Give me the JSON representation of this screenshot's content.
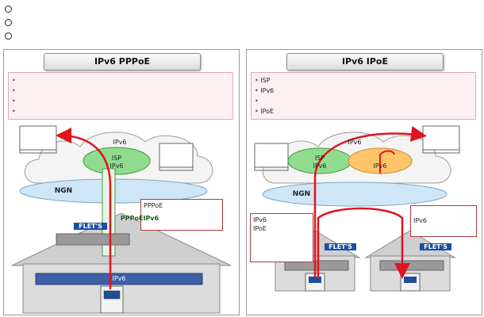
{
  "header": {
    "lines": [
      "",
      "",
      ""
    ]
  },
  "left_panel": {
    "title_prefix": "",
    "title_label": "IPv6 PPPoE",
    "title_suffix": "",
    "notes": [
      "",
      "",
      "",
      "",
      ""
    ],
    "cloud_internet_label": "",
    "cloud_internet_protocol": "IPv6",
    "home_page_label": "",
    "mail_server_label": "",
    "isp_network_label": "ISP",
    "isp_network_protocol": "IPv6",
    "ngn_label": "NGN",
    "callout_lines": [
      "PPPoE",
      "",
      ""
    ],
    "pppoe_label": "PPPoE",
    "pppoe_protocol": "IPv6",
    "flets_label": "FLET'S",
    "termination_device_label": "",
    "tunnel_adapter_label": "IPv6",
    "pc_icon": "pc-icon"
  },
  "right_panel": {
    "title_prefix": "",
    "title_label": "IPv6 IPoE",
    "title_suffix": "",
    "notes": [
      "ISP",
      "IPv6",
      "",
      "IPoE"
    ],
    "cloud_internet_label": "",
    "cloud_internet_protocol": "IPv6",
    "home_page_label": "",
    "mail_server_label": "",
    "isp_network_label": "ISP",
    "isp_network_protocol": "IPv6",
    "access_network_label": "",
    "access_network_protocol": "IPv6",
    "ngn_label": "NGN",
    "callout_right_lines": [
      "",
      "IPv6",
      ""
    ],
    "callout_left_lines": [
      "IPv6",
      "IPoE",
      "",
      "",
      ""
    ],
    "flets_label": "FLET'S",
    "termination_device_label": "",
    "footnote_lines": [
      "",
      ""
    ],
    "pc_icon": "pc-icon"
  },
  "colors": {
    "cloud": "#f4f4f4",
    "ngn": "#cfe6f6",
    "route": "#e0141e",
    "isp_network": "#8fdc8f",
    "access_network": "#ffc56b",
    "note_border": "#e3a6b4",
    "note_bg": "#fdf0f3",
    "flets_blue": "#1a4fa3"
  }
}
